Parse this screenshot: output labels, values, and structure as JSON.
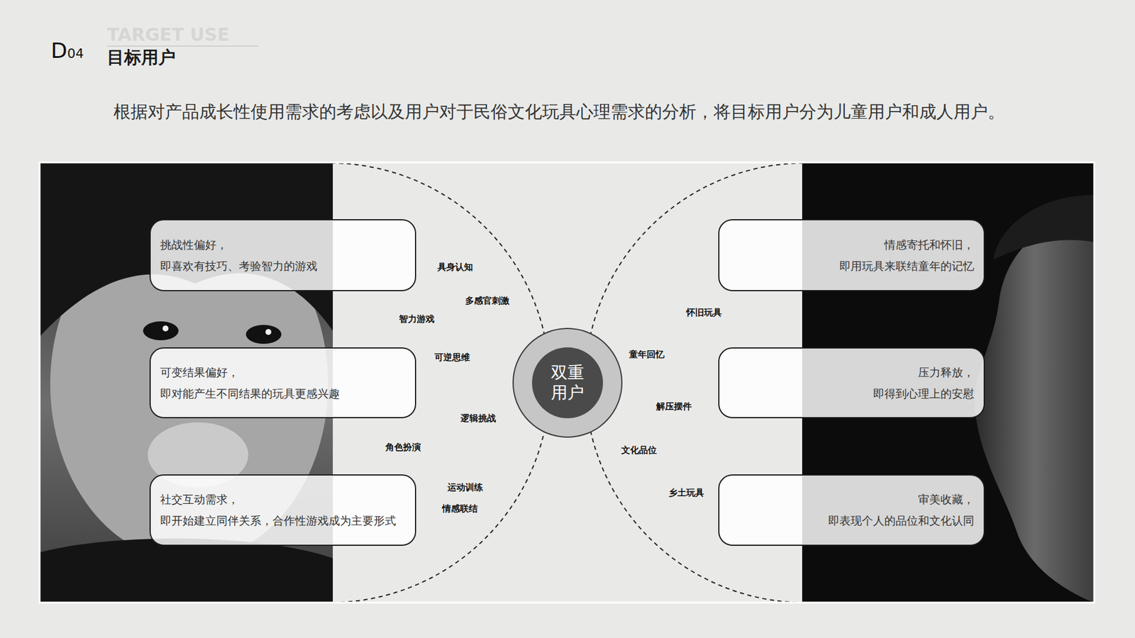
{
  "diagram": {
    "title": "目标用户",
    "nodes": [
      {
        "text": [
          "挑战性偏好，",
          "即喜欢有技巧、考验智力的游戏"
        ]
      },
      {
        "text": [
          "可变结果偏好，",
          "即对能产生不同结果的玩具更感兴趣"
        ]
      },
      {
        "text": [
          "社交互动需求，",
          "即开始建立同伴关系，合作性游戏成为主要形式"
        ]
      },
      {
        "text": [
          "双重 用户"
        ]
      },
      {
        "text": [
          "情感寄托和怀旧，",
          "即用玩具来联结童年的记忆"
        ]
      },
      {
        "text": [
          "压力释放，",
          "即得到心理上的安慰"
        ]
      },
      {
        "text": [
          "审美收藏，",
          "即表现个人的品位和文化认同"
        ]
      }
    ],
    "labels": [
      "D04",
      "TARGET USE",
      "根据对产品成长性使用需求的考虑以及用户对于民俗文化玩具心理需求的分析，将目标用户分为儿童用户和成人用户。",
      "具身认知",
      "多感官刺激",
      "智力游戏",
      "可逆思维",
      "逻辑挑战",
      "角色扮演",
      "运动训练",
      "情感联结",
      "怀旧玩具",
      "童年回忆",
      "解压摆件",
      "文化品位",
      "乡土玩具"
    ]
  }
}
